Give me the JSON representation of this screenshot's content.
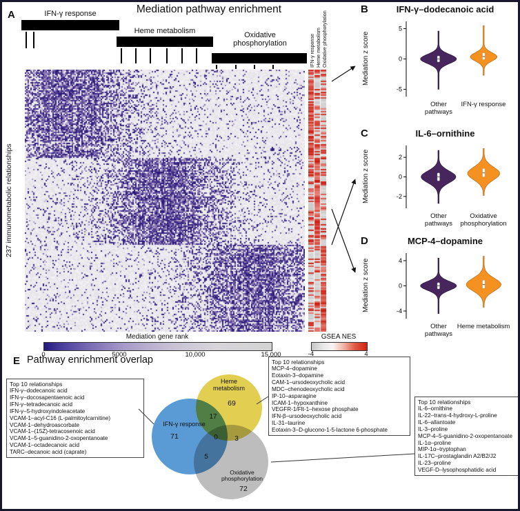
{
  "panelA": {
    "label": "A",
    "title": "Mediation pathway enrichment",
    "ylabel": "237 immunometabolic relationships",
    "cluster_labels": [
      "IFN-γ response",
      "Heme metabolism",
      "Oxidative phosphorylation"
    ],
    "annotation_columns": [
      "IFN-γ response",
      "Heme metabolism",
      "Oxidative phosphorylation"
    ],
    "rank_colorbar": {
      "label": "Mediation gene rank",
      "ticks": [
        "0",
        "5000",
        "10,000",
        "15,000"
      ]
    },
    "nes_colorbar": {
      "label": "GSEA NES",
      "min": "-4",
      "max": "4"
    }
  },
  "panelB": {
    "label": "B"
  },
  "panelC": {
    "label": "C"
  },
  "panelD": {
    "label": "D"
  },
  "panelE": {
    "label": "E",
    "title": "Pathway enrichment overlap",
    "box_ifn": {
      "title": "Top 10 relationships",
      "items": [
        "IFN-γ–dodecanoic acid",
        "IFN-γ–docosapentaenoic acid",
        "IFN-γ–tetradecanoic acid",
        "IFN-γ–5-hydroxyindoleacetate",
        "VCAM-1–acyl-C16 (L-palmitoylcarnitine)",
        "VCAM-1–dehydroascorbate",
        "VCAM-1–(15Z)-tetracosenoic acid",
        "VCAM-1–5-guanidino-2-oxopentanoate",
        "VCAM-1–octadecanoic acid",
        "TARC–decanoic acid (caprate)"
      ]
    },
    "box_heme": {
      "title": "Top 10 relationships",
      "items": [
        "MCP-4–dopamine",
        "Eotaxin-3–dopamine",
        "CAM-1–ursodeoxycholic acid",
        "MDC–chenodeoxycholic acid",
        "IP-10–asparagine",
        "ICAM-1–hypoxanthine",
        "VEGFR-1/Flt-1–hexose phosphate",
        "IFN-β–ursodeoxycholic acid",
        "IL-31–taurine",
        "Eotaxin-3–D-glucono-1-5-lactone 6-phosphate"
      ]
    },
    "box_oxphos": {
      "title": "Top 10 relationships",
      "items": [
        "IL-6–ornithine",
        "IL-22–trans-4-hydroxy-L-proline",
        "IL-6–allantoate",
        "IL-3–proline",
        "MCP-4–5-guanidino-2-oxopentanoate",
        "IL-1α–proline",
        "MIP-1α–tryptophan",
        "IL-17C–prostaglandin A2/B2/J2",
        "IL-23–proline",
        "VEGF-D–lysophosphatidic acid"
      ]
    }
  },
  "chart_data": [
    {
      "type": "heatmap",
      "title": "Mediation pathway enrichment",
      "rows": 237,
      "row_axis_label": "237 immunometabolic relationships",
      "value_measure": "Mediation gene rank",
      "value_range": [
        0,
        15000
      ],
      "palette": {
        "low": "#281678",
        "high": "#d3d3d3"
      },
      "row_clusters": [
        {
          "name": "IFN-γ response",
          "enriched_region": "left (low gene rank)"
        },
        {
          "name": "Heme metabolism",
          "enriched_region": "middle"
        },
        {
          "name": "Oxidative phosphorylation",
          "enriched_region": "right"
        }
      ],
      "annotation": {
        "measure": "GSEA NES",
        "range": [
          -4,
          4
        ],
        "columns": [
          "IFN-γ response",
          "Heme metabolism",
          "Oxidative phosphorylation"
        ],
        "palette": {
          "low": "#cccccc",
          "high": "#ce2212"
        }
      }
    },
    {
      "type": "violin",
      "panel": "B",
      "title": "IFN-γ–dodecanoic acid",
      "ylabel": "Mediation z score",
      "ylim": [
        -6.2,
        6.2
      ],
      "yticks": [
        5,
        0,
        -5
      ],
      "series": [
        {
          "name": "Other pathways",
          "color": "#46265c",
          "stroke": "#241238",
          "maxw": 27,
          "center": 0,
          "sigma": 0.75,
          "min": -5.0,
          "max": 4.6,
          "q1": -0.5,
          "median": 0.0,
          "q3": 0.5
        },
        {
          "name": "IFN-γ response",
          "color": "#f59120",
          "stroke": "#a86312",
          "maxw": 20,
          "center": 0.35,
          "sigma": 0.7,
          "min": -2.7,
          "max": 5.5,
          "q1": -0.1,
          "median": 0.4,
          "q3": 1.0
        }
      ]
    },
    {
      "type": "violin",
      "panel": "C",
      "title": "IL-6–ornithine",
      "ylabel": "Mediation z score",
      "ylim": [
        -3.2,
        3.2
      ],
      "yticks": [
        2,
        0,
        -2
      ],
      "series": [
        {
          "name": "Other pathways",
          "color": "#46265c",
          "stroke": "#241238",
          "maxw": 26,
          "center": 0,
          "sigma": 0.6,
          "min": -2.7,
          "max": 2.7,
          "q1": -0.4,
          "median": 0.0,
          "q3": 0.4
        },
        {
          "name": "Oxidative phosphorylation",
          "color": "#f59120",
          "stroke": "#a86312",
          "maxw": 24,
          "center": 0.35,
          "sigma": 0.65,
          "min": -1.9,
          "max": 2.9,
          "q1": 0.0,
          "median": 0.4,
          "q3": 0.85
        }
      ]
    },
    {
      "type": "violin",
      "panel": "D",
      "title": "MCP-4–dopamine",
      "ylabel": "Mediation z score",
      "ylim": [
        -5.2,
        5.2
      ],
      "yticks": [
        4,
        0,
        -4
      ],
      "series": [
        {
          "name": "Other pathways",
          "color": "#46265c",
          "stroke": "#241238",
          "maxw": 27,
          "center": 0,
          "sigma": 0.7,
          "min": -4.4,
          "max": 4.4,
          "q1": -0.5,
          "median": 0.0,
          "q3": 0.5
        },
        {
          "name": "Heme metabolism",
          "color": "#f59120",
          "stroke": "#a86312",
          "maxw": 26,
          "center": 0.2,
          "sigma": 1.0,
          "min": -3.4,
          "max": 4.7,
          "q1": -0.4,
          "median": 0.2,
          "q3": 0.9
        }
      ]
    },
    {
      "type": "venn",
      "title": "Pathway enrichment overlap",
      "sets": [
        {
          "name": "IFN-γ response",
          "size": 71,
          "color": "#5b9bd5"
        },
        {
          "name": "Heme metabolism",
          "size": 69,
          "color": "#e2cf52"
        },
        {
          "name": "Oxidative phosphorylation",
          "size": 72,
          "color": "#bdbdbd"
        }
      ],
      "overlaps": [
        {
          "between": [
            "IFN-γ response",
            "Heme metabolism"
          ],
          "size": 17
        },
        {
          "between": [
            "Heme metabolism",
            "Oxidative phosphorylation"
          ],
          "size": 3
        },
        {
          "between": [
            "IFN-γ response",
            "Oxidative phosphorylation"
          ],
          "size": 5
        },
        {
          "between": [
            "IFN-γ response",
            "Heme metabolism",
            "Oxidative phosphorylation"
          ],
          "size": 0
        }
      ]
    }
  ]
}
